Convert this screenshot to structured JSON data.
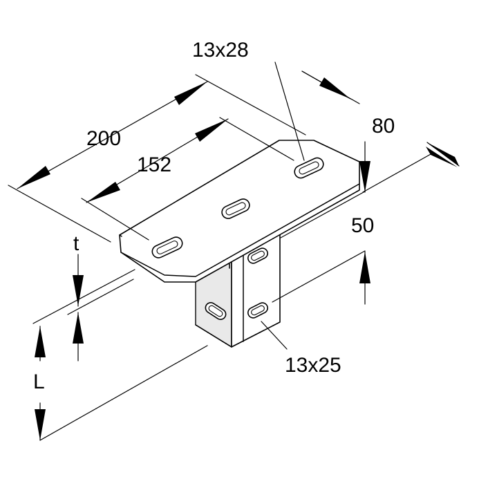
{
  "dimensions": {
    "length_overall": "200",
    "hole_spacing": "152",
    "top_slot": "13x28",
    "width": "80",
    "height_upper": "50",
    "thickness": "t",
    "profile_length": "L",
    "side_slot": "13x25"
  }
}
